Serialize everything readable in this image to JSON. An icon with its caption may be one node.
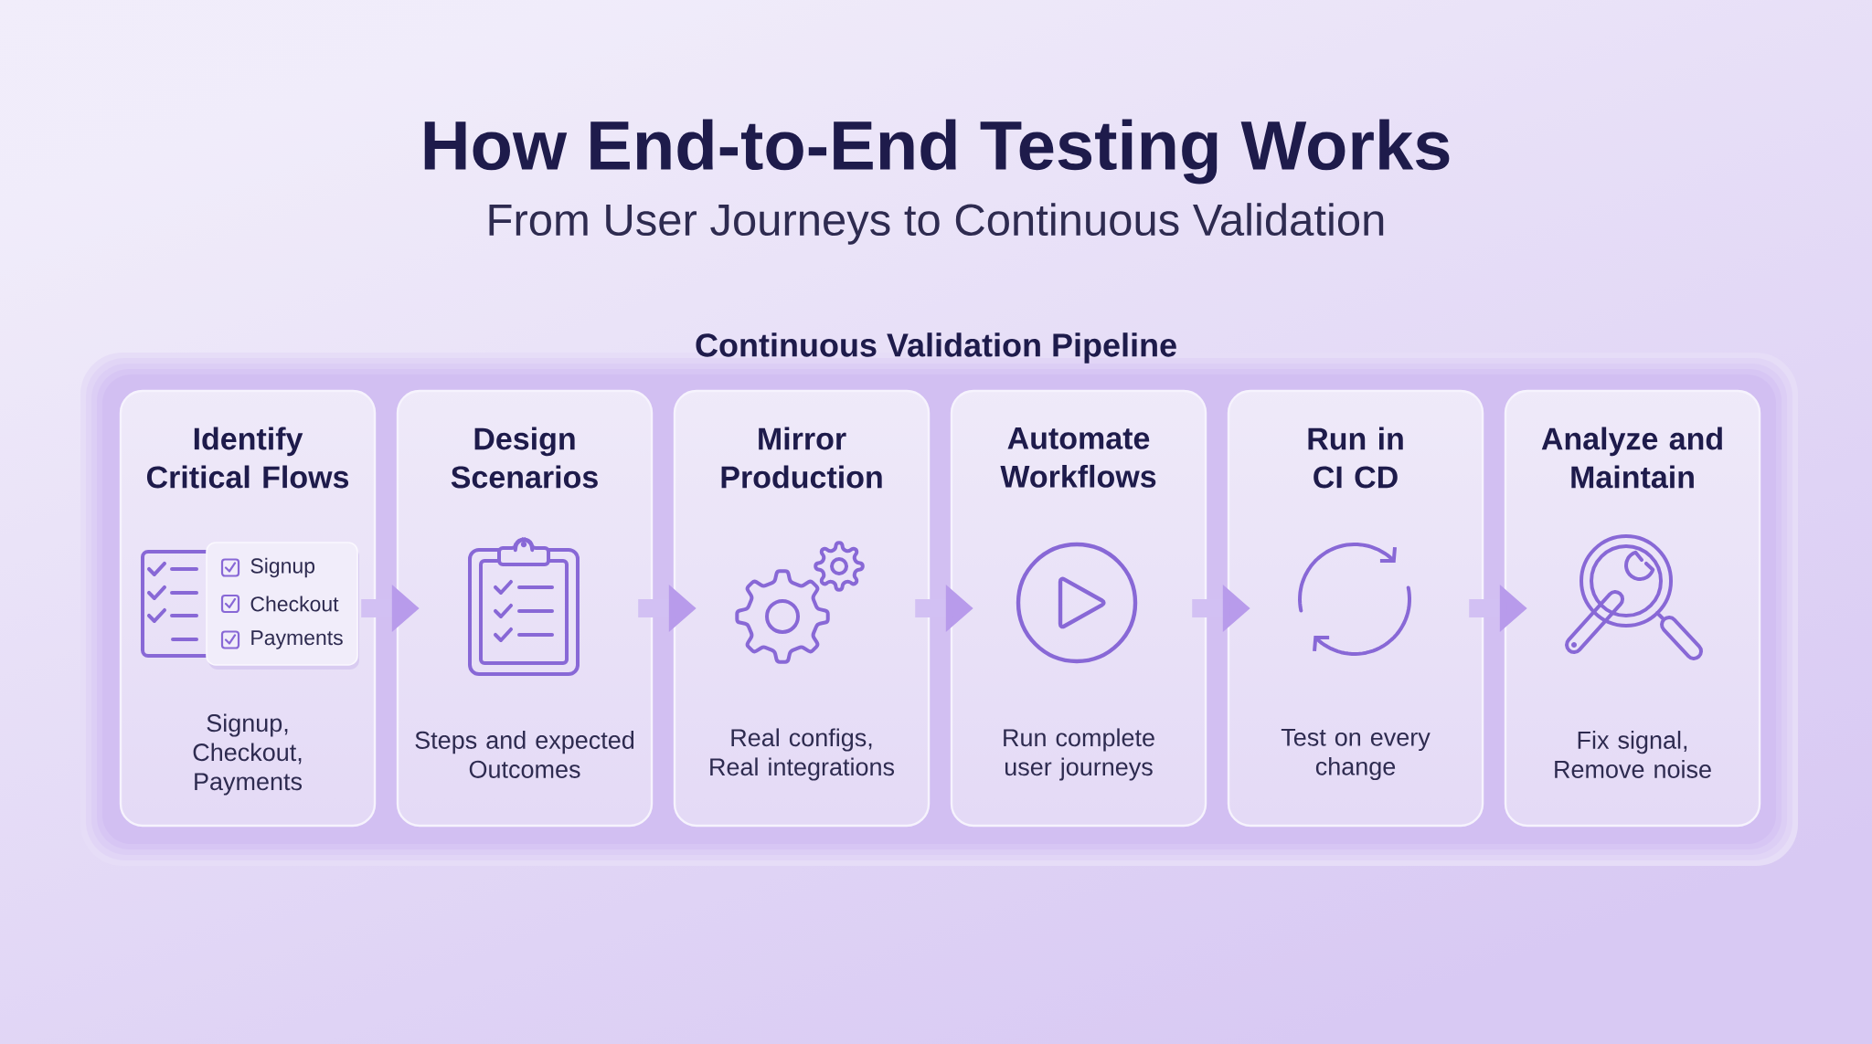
{
  "diagram": {
    "title": "How End-to-End Testing Works",
    "nodes": [
      {
        "text": [
          "Identify Critical Flows",
          "Signup, Checkout, Payments"
        ]
      },
      {
        "text": [
          "Signup",
          "Checkout",
          "Payments"
        ],
        "in": 0
      },
      {
        "text": [
          "Design Scenarios",
          "Steps and expected Outcomes"
        ]
      },
      {
        "text": [
          "Mirror Production",
          "Real configs, Real integrations"
        ]
      },
      {
        "text": [
          "Automate Workflows",
          "Run complete user journeys"
        ]
      },
      {
        "text": [
          "Run in CI CD",
          "Test on every change"
        ]
      },
      {
        "text": [
          "Analyze and Maintain",
          "Fix signal, Remove noise"
        ]
      }
    ],
    "edges": [
      {
        "from": 0,
        "to": 2,
        "arrow": "to"
      },
      {
        "from": 2,
        "to": 3,
        "arrow": "to"
      },
      {
        "from": 3,
        "to": 4,
        "arrow": "to"
      },
      {
        "from": 4,
        "to": 5,
        "arrow": "to"
      },
      {
        "from": 5,
        "to": 6,
        "arrow": "to"
      }
    ],
    "labels": [
      "From User Journeys to Continuous Validation",
      "Continuous Validation Pipeline"
    ]
  }
}
